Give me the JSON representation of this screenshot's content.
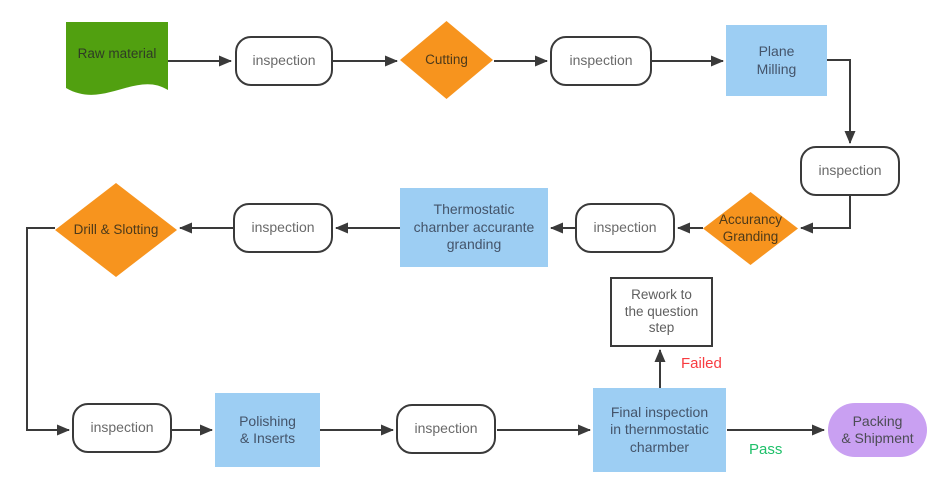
{
  "nodes": {
    "raw_material": {
      "label": "Raw material",
      "type": "document"
    },
    "inspection_1": {
      "label": "inspection",
      "type": "rounded"
    },
    "cutting": {
      "label": "Cutting",
      "type": "decision"
    },
    "inspection_2": {
      "label": "inspection",
      "type": "rounded"
    },
    "plane_milling": {
      "label": "Plane\nMilling",
      "type": "process"
    },
    "inspection_3": {
      "label": "inspection",
      "type": "rounded"
    },
    "accurancy_granding": {
      "label": "Accurancy\nGranding",
      "type": "decision"
    },
    "inspection_4": {
      "label": "inspection",
      "type": "rounded"
    },
    "thermostatic_granding": {
      "label": "Thermostatic\ncharnber accurante\ngranding",
      "type": "process"
    },
    "inspection_5": {
      "label": "inspection",
      "type": "rounded"
    },
    "drill_slotting": {
      "label": "Drill & Slotting",
      "type": "decision"
    },
    "inspection_6": {
      "label": "inspection",
      "type": "rounded"
    },
    "polishing_inserts": {
      "label": "Polishing\n& Inserts",
      "type": "process"
    },
    "inspection_7": {
      "label": "inspection",
      "type": "rounded"
    },
    "final_inspection": {
      "label": "Final inspection\nin thernmostatic\ncharmber",
      "type": "process"
    },
    "rework": {
      "label": "Rework to\nthe question\nstep",
      "type": "rectangle"
    },
    "packing_shipment": {
      "label": "Packing\n& Shipment",
      "type": "terminator"
    }
  },
  "edge_labels": {
    "failed": {
      "text": "Failed",
      "color": "#f83b40"
    },
    "pass": {
      "text": "Pass",
      "color": "#1fc06a"
    }
  },
  "colors": {
    "process_fill": "#9dcef3",
    "decision_fill": "#f7941e",
    "document_fill": "#51a010",
    "terminator_fill": "#c9a0f2",
    "connector": "#3a3a3a"
  }
}
